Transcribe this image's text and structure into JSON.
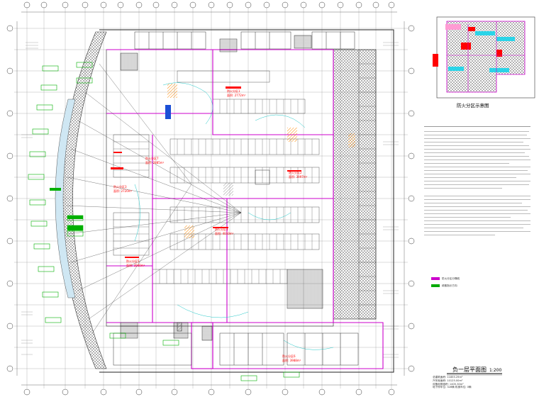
{
  "plan": {
    "title": "负一层平面图",
    "scale": "1:200"
  },
  "keyplan": {
    "title": "防火分区示意图"
  },
  "zones": [
    {
      "id": "z1",
      "label": "防火分区1",
      "area": "面积: 2772m²"
    },
    {
      "id": "z2",
      "label": "防火分区2",
      "area": "面积: 3997m²"
    },
    {
      "id": "z3",
      "label": "防火分区3",
      "area": "面积: 2720m²"
    },
    {
      "id": "z4",
      "label": "防火分区4",
      "area": "面积: 4010m²"
    },
    {
      "id": "z5",
      "label": "防火分区5",
      "area": "面积: 3560m²"
    },
    {
      "id": "z6",
      "label": "防火分区6",
      "area": "面积: 3988m²"
    },
    {
      "id": "z7",
      "label": "防火分区7",
      "area": "面积: 2885m²"
    }
  ],
  "stats": [
    "总建筑面积: 11855.29m²",
    "汽车库面积: 10125.00m²",
    "设备用房面积: 1405.30m²",
    "地下停车位: 328辆  机械车位: 0辆"
  ],
  "legend": [
    {
      "label": "防火分区分隔线",
      "color": "#cc00cc"
    },
    {
      "label": "疏散指示方向",
      "color": "#00aa00"
    }
  ],
  "colors": {
    "structure": "#222222",
    "fire_partition": "#cc00cc",
    "evacuation": "#00b000",
    "sprinkler": "#00cccc",
    "highlight": "#ff0000",
    "hatch": "#ff8800",
    "ramp": "#1c4fd6"
  }
}
